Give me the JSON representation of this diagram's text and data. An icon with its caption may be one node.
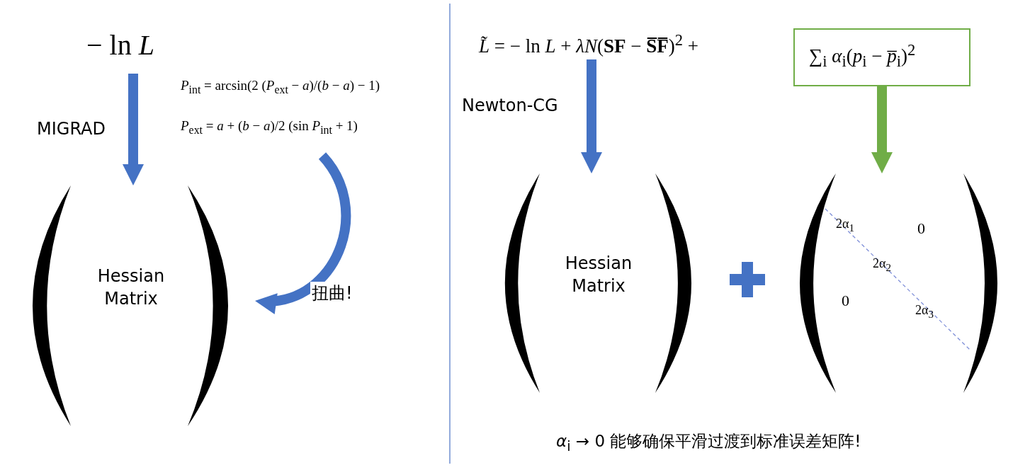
{
  "diagram": {
    "nodes": [
      {
        "text": [
          "− ln *L*"
        ]
      },
      {
        "text": [
          "Hessian Matrix"
        ]
      },
      {
        "text": [
          "*P*$_{int}$ = arcsin(2 (*P*$_{ext}$ − *a*)/(*b* − *a*) − 1)",
          "*P*$_{ext}$ = *a* + (*b* − *a*)/2 (sin *P*$_{int}$ + 1)"
        ]
      },
      {
        "text": [
          "*L̃* = − ln *L* + *λN*(**SF** − **S̅F̅**)$^{2}$ +"
        ]
      },
      {
        "text": [
          "∑$_{i}$ *α*$_{i}$(*p*$_{i}$ − *p̅*$_{i}$)$^{2}$"
        ]
      },
      {
        "text": [
          "Hessian Matrix"
        ]
      },
      {
        "text": [
          "2α$_{1}$",
          "0",
          "2α$_{2}$",
          "0",
          "2α$_{3}$"
        ]
      }
    ],
    "edges": [
      {
        "from": 0,
        "to": 1,
        "arrow": "to",
        "label": "MIGRAD"
      },
      {
        "from": 2,
        "to": 1,
        "arrow": "to",
        "label": "扭曲!"
      },
      {
        "from": 3,
        "to": 5,
        "arrow": "to",
        "label": "Newton-CG"
      },
      {
        "from": 4,
        "to": 6,
        "arrow": "to",
        "color": "#70ad47"
      }
    ],
    "labels": [
      "*α*$_{i}$ → 0 能够确保平滑过渡到标准误差矩阵!"
    ]
  }
}
